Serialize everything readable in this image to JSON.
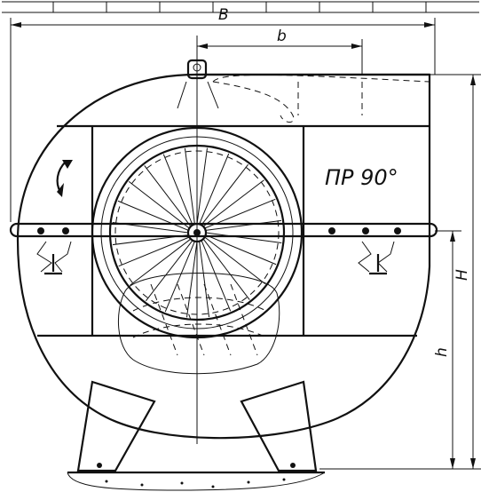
{
  "drawing": {
    "labels": {
      "width_overall": "B",
      "outlet_width": "b",
      "height_overall": "H",
      "shaft_height": "h",
      "rotation_designation": "ПР 90°"
    }
  }
}
